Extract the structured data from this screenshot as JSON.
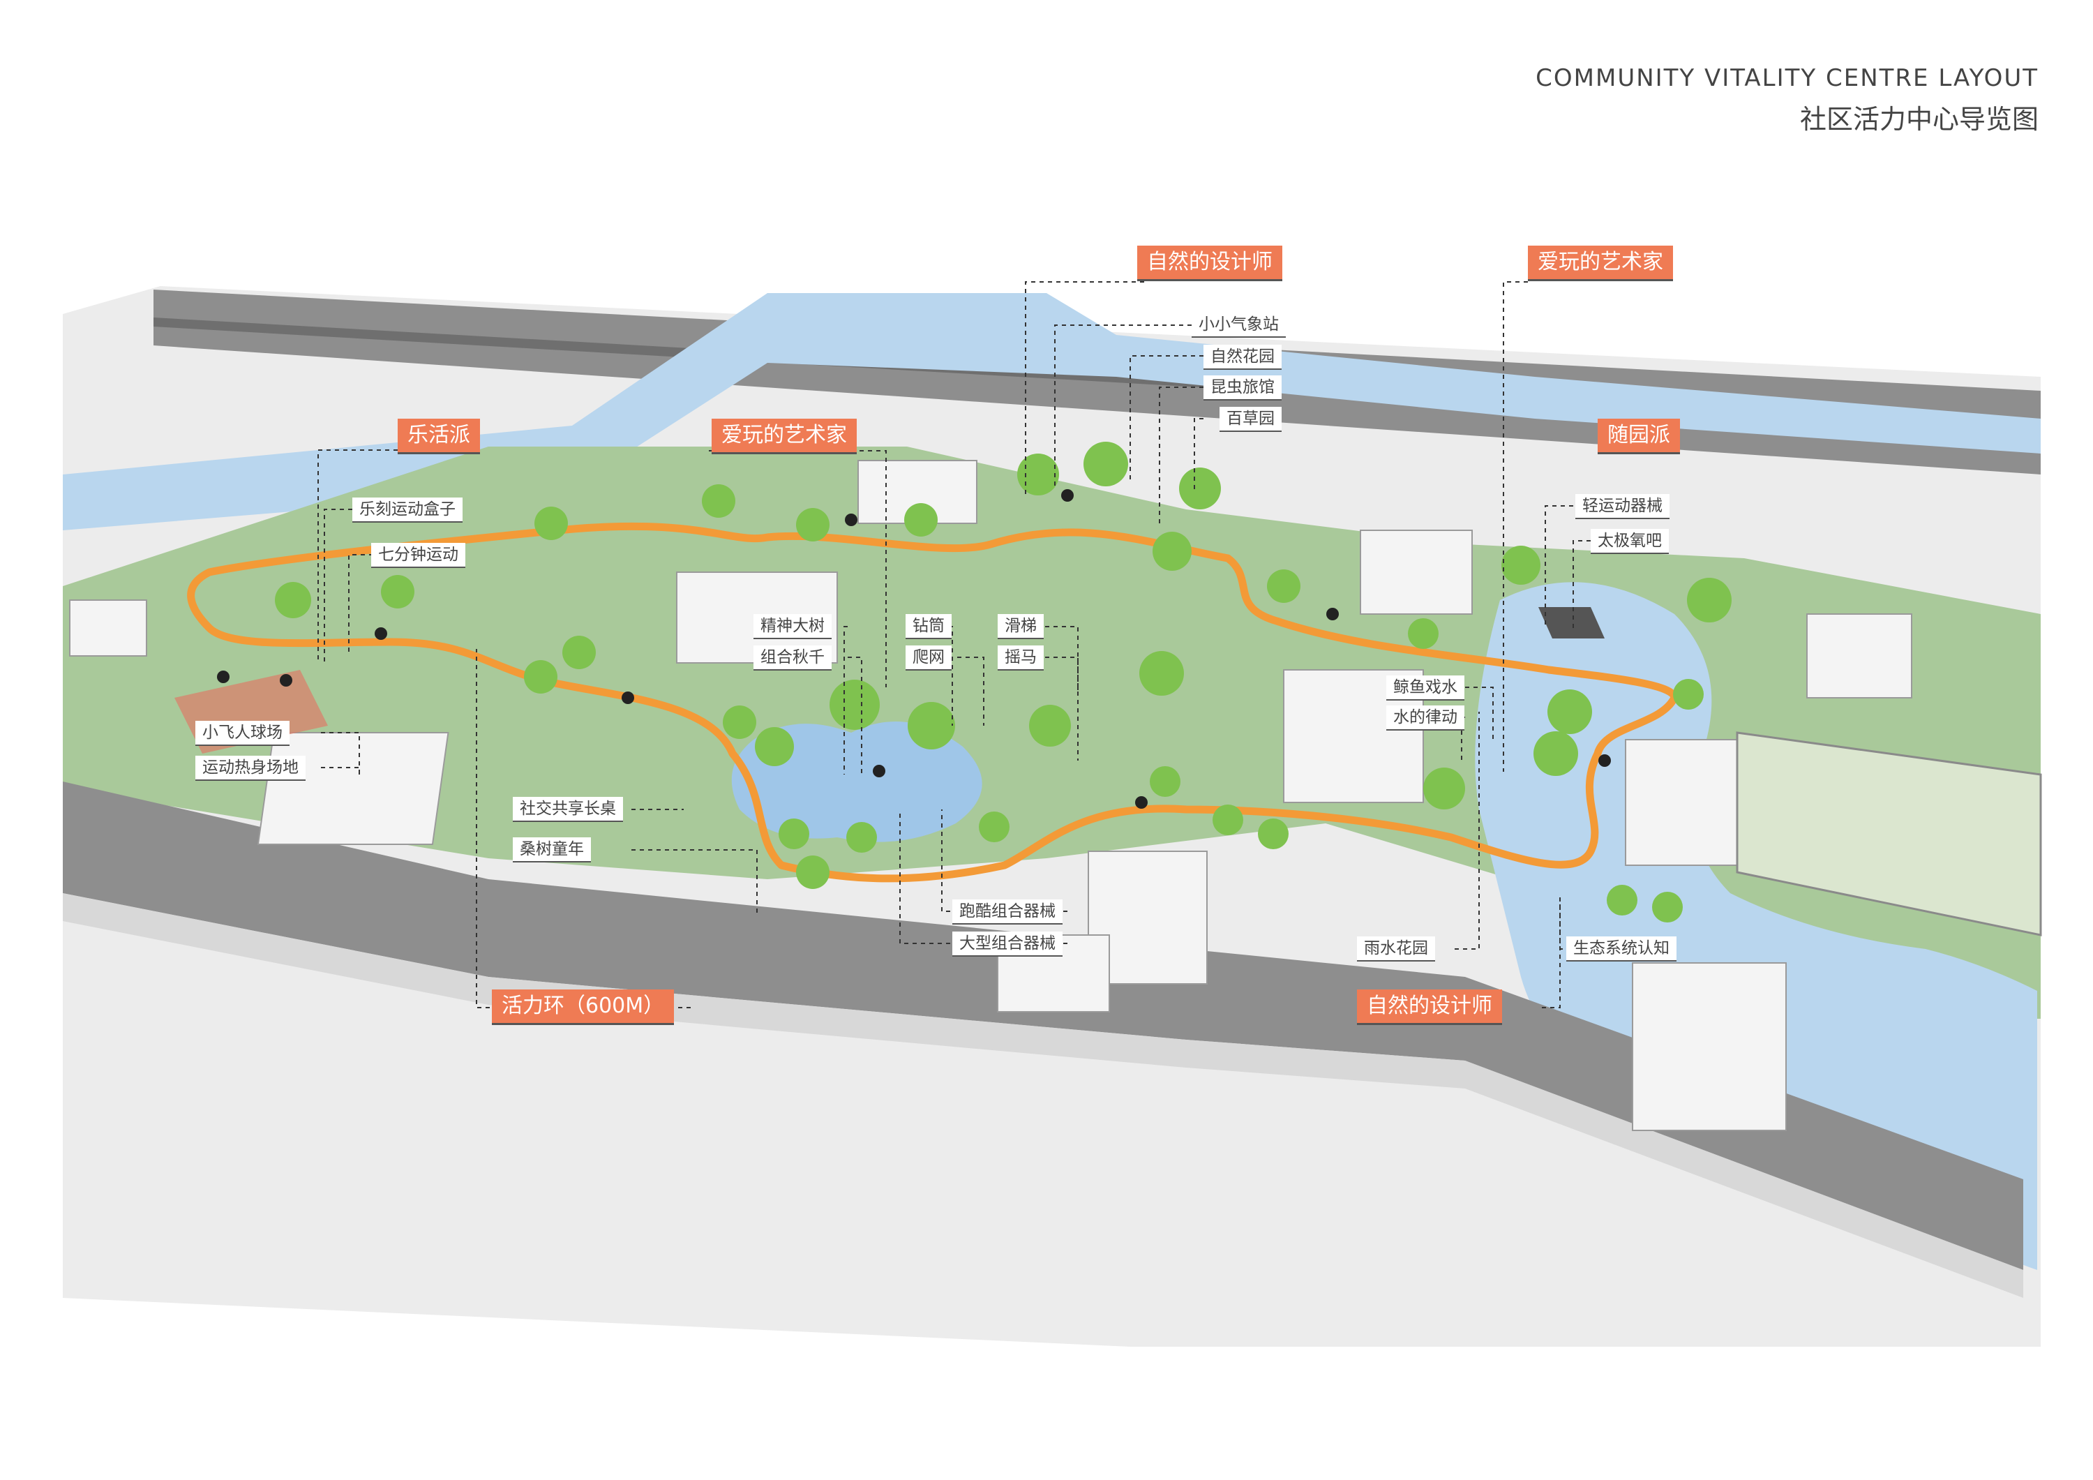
{
  "header": {
    "title_en": "COMMUNITY VITALITY CENTRE LAYOUT",
    "title_cn": "社区活力中心导览图"
  },
  "colors": {
    "tag_orange": "#ef7b54",
    "loop_orange": "#f39a37",
    "grass": "#a9c99a",
    "water": "#b9d6ee",
    "road": "#9a9a9a",
    "tree": "#7fc24f"
  },
  "zone_tags": [
    "自然的设计师",
    "爱玩的艺术家",
    "乐活派",
    "爱玩的艺术家",
    "随园派",
    "活力环（600M）",
    "自然的设计师"
  ],
  "facility_labels": [
    "小小气象站",
    "自然花园",
    "昆虫旅馆",
    "百草园",
    "乐刻运动盒子",
    "七分钟运动",
    "轻运动器械",
    "太极氧吧",
    "精神大树",
    "组合秋千",
    "钻筒",
    "爬网",
    "滑梯",
    "摇马",
    "鲸鱼戏水",
    "水的律动",
    "小飞人球场",
    "运动热身场地",
    "社交共享长桌",
    "桑树童年",
    "跑酷组合器械",
    "大型组合器械",
    "雨水花园",
    "生态系统认知"
  ],
  "icons": [
    "tree-icon",
    "runner-icon",
    "family-icon",
    "dog-walker-icon",
    "pavilion-icon"
  ]
}
